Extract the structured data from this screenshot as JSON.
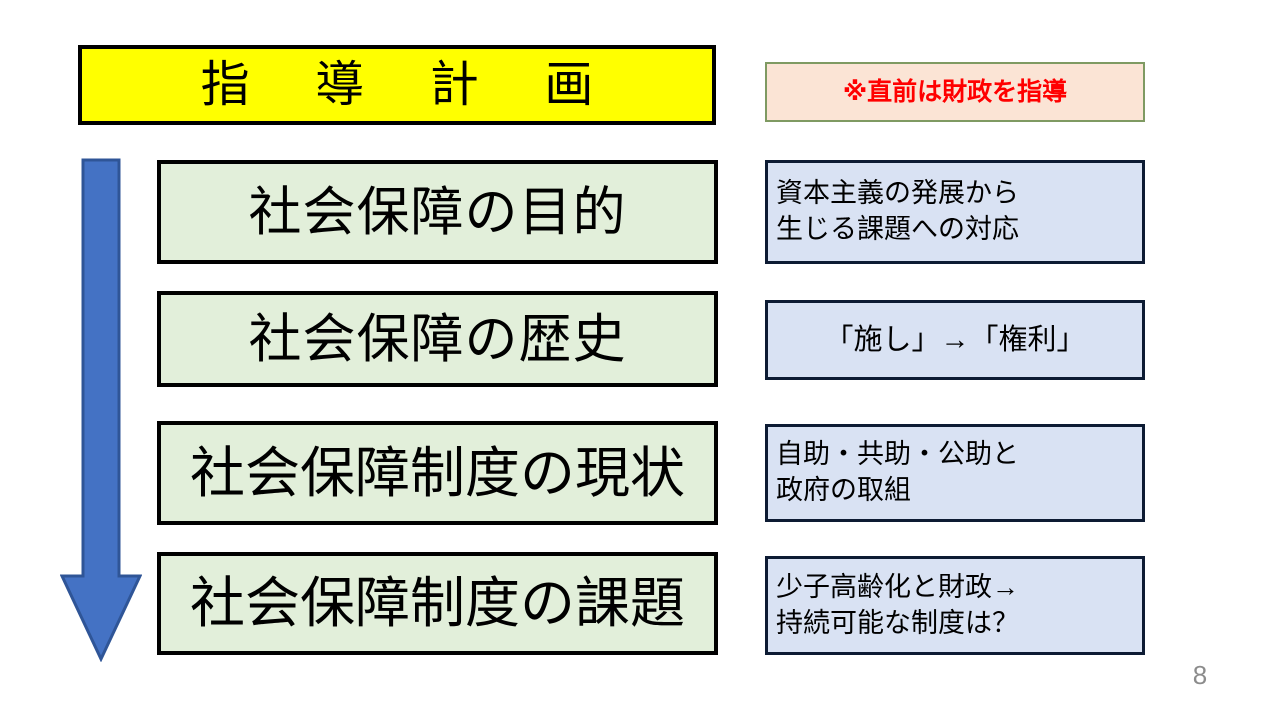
{
  "slide": {
    "title": "指 導 計 画",
    "page_number": "8",
    "colors": {
      "title_fill": "#FFFF00",
      "title_border": "#000000",
      "note_fill": "#FBE4D5",
      "note_border": "#7F9A62",
      "note_text": "#FF0000",
      "topic_fill": "#E2EFDA",
      "topic_border": "#000000",
      "detail_fill": "#D9E2F3",
      "detail_border": "#0D1B33",
      "arrow_fill": "#4472C4",
      "arrow_border": "#2F5597",
      "page_number_text": "#8C8C8C"
    }
  },
  "note": {
    "text": "※直前は財政を指導"
  },
  "arrow": {
    "icon": "down-arrow-icon",
    "direction": "down"
  },
  "topics": [
    {
      "label": "社会保障の目的"
    },
    {
      "label": "社会保障の歴史"
    },
    {
      "label": "社会保障制度の現状"
    },
    {
      "label": "社会保障制度の課題"
    }
  ],
  "details": [
    {
      "line1": "資本主義の発展から",
      "line2": "生じる課題への対応"
    },
    {
      "line1": "「施し」→「権利」",
      "line2": ""
    },
    {
      "line1": "自助・共助・公助と",
      "line2": "政府の取組"
    },
    {
      "line1": "少子高齢化と財政→",
      "line2": "持続可能な制度は？"
    }
  ]
}
